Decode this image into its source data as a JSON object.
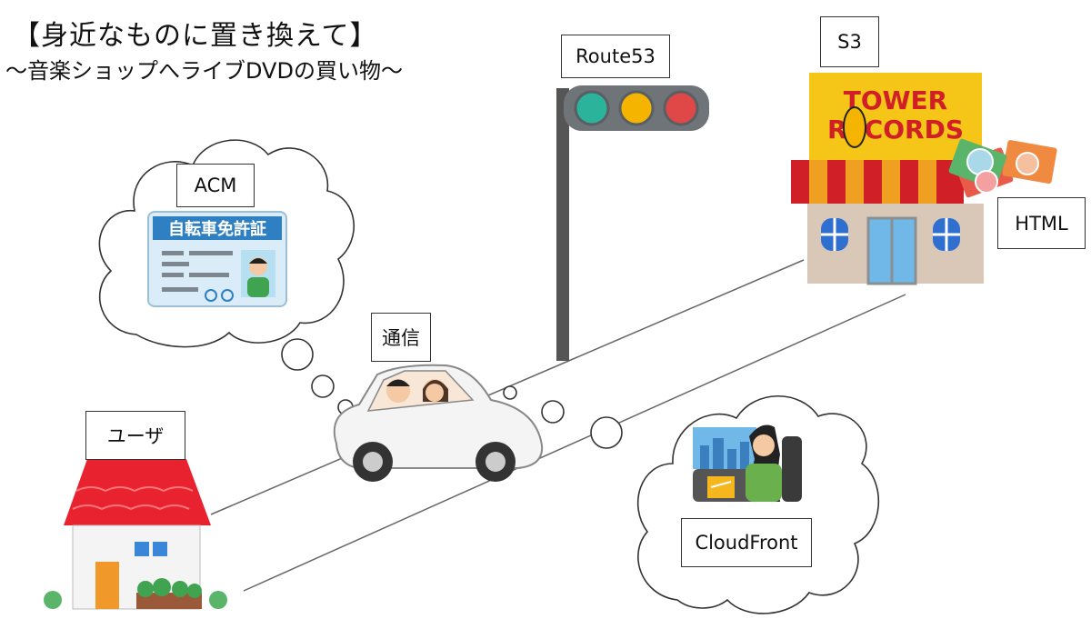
{
  "title": "【身近なものに置き換えて】",
  "subtitle": "～音楽ショップへライブDVDの買い物～",
  "labels": {
    "route53": "Route53",
    "s3": "S3",
    "acm": "ACM",
    "html": "HTML",
    "tsushin": "通信",
    "user": "ユーザ",
    "cloudfront": "CloudFront"
  },
  "license_card": {
    "heading": "自転車免許証"
  },
  "store_sign": {
    "line1": "TOWER",
    "line2": "RECORDS"
  },
  "colors": {
    "sign_yellow": "#f5c518",
    "sign_red": "#d01f26",
    "license_blue": "#2f7fc3",
    "roof_red": "#e8232f",
    "signal_green": "#2bb39b",
    "signal_yellow": "#f4b400",
    "signal_red": "#e04848"
  }
}
